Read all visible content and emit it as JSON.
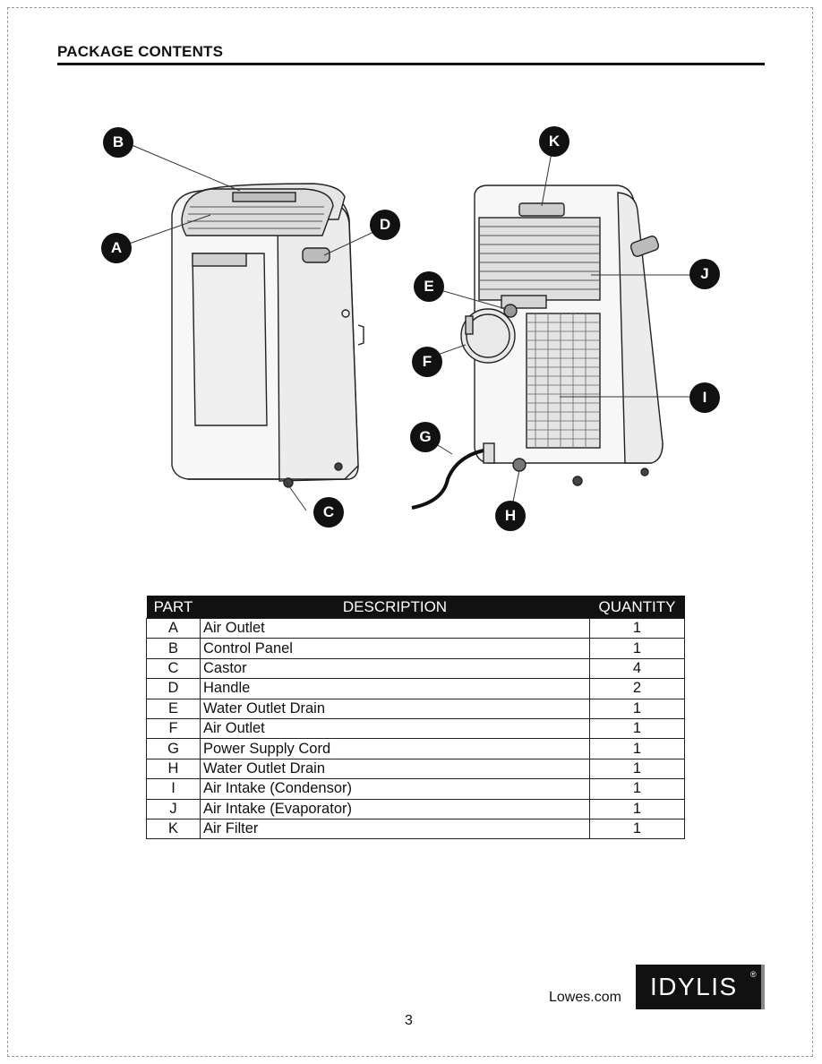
{
  "header": {
    "title": "PACKAGE CONTENTS"
  },
  "diagram": {
    "callouts": {
      "a": "A",
      "b": "B",
      "c": "C",
      "d": "D",
      "e": "E",
      "f": "F",
      "g": "G",
      "h": "H",
      "i": "I",
      "j": "J",
      "k": "K"
    }
  },
  "table": {
    "headers": {
      "part": "PART",
      "description": "DESCRIPTION",
      "quantity": "QUANTITY"
    },
    "rows": [
      {
        "part": "A",
        "description": "Air Outlet",
        "quantity": "1"
      },
      {
        "part": "B",
        "description": "Control Panel",
        "quantity": "1"
      },
      {
        "part": "C",
        "description": "Castor",
        "quantity": "4"
      },
      {
        "part": "D",
        "description": "Handle",
        "quantity": "2"
      },
      {
        "part": "E",
        "description": "Water Outlet Drain",
        "quantity": "1"
      },
      {
        "part": "F",
        "description": "Air Outlet",
        "quantity": "1"
      },
      {
        "part": "G",
        "description": "Power Supply Cord",
        "quantity": "1"
      },
      {
        "part": "H",
        "description": "Water Outlet Drain",
        "quantity": "1"
      },
      {
        "part": "I",
        "description": "Air Intake (Condensor)",
        "quantity": "1"
      },
      {
        "part": "J",
        "description": "Air Intake (Evaporator)",
        "quantity": "1"
      },
      {
        "part": "K",
        "description": "Air Filter",
        "quantity": "1"
      }
    ]
  },
  "footer": {
    "site": "Lowes.com",
    "brand": "IDYLIS",
    "registered": "®",
    "page_number": "3"
  }
}
